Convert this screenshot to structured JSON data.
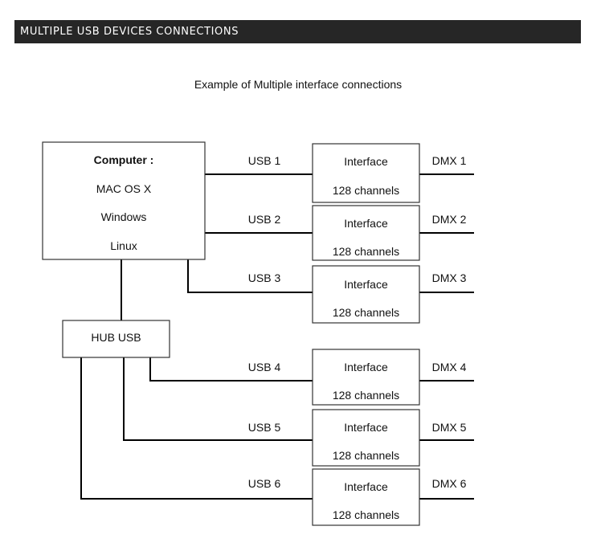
{
  "header": {
    "title": "MULTIPLE USB DEVICES CONNECTIONS"
  },
  "diagram": {
    "subtitle": "Example of Multiple interface connections",
    "computer": {
      "title": "Computer :",
      "os_list": [
        "MAC OS X",
        "Windows",
        "Linux"
      ]
    },
    "hub": {
      "label": "HUB USB"
    },
    "interfaces": [
      {
        "usb": "USB 1",
        "name": "Interface",
        "channels": "128 channels",
        "dmx": "DMX 1"
      },
      {
        "usb": "USB 2",
        "name": "Interface",
        "channels": "128 channels",
        "dmx": "DMX 2"
      },
      {
        "usb": "USB 3",
        "name": "Interface",
        "channels": "128 channels",
        "dmx": "DMX 3"
      },
      {
        "usb": "USB 4",
        "name": "Interface",
        "channels": "128 channels",
        "dmx": "DMX 4"
      },
      {
        "usb": "USB 5",
        "name": "Interface",
        "channels": "128 channels",
        "dmx": "DMX 5"
      },
      {
        "usb": "USB 6",
        "name": "Interface",
        "channels": "128 channels",
        "dmx": "DMX 6"
      }
    ]
  }
}
